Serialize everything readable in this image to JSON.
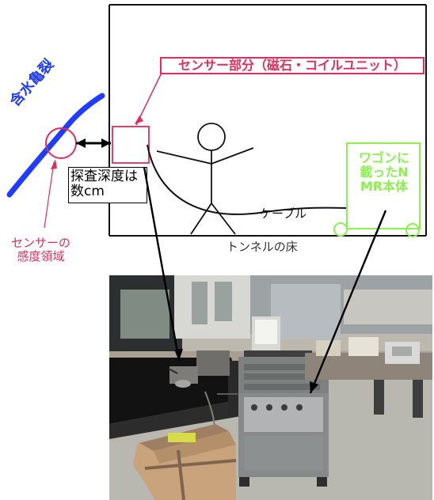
{
  "labels": {
    "sensor_part": "センサー部分（磁石・コイルユニット）",
    "crack": "含水亀裂",
    "depth_line1": "探査深度は",
    "depth_line2": "数cm",
    "sensor_zone_line1": "センサーの",
    "sensor_zone_line2": "感度領域",
    "cable": "ケーブル",
    "tunnel_floor": "トンネルの床",
    "wagon_line1": "ワゴンに",
    "wagon_line2": "載ったN",
    "wagon_line3": "MR本体"
  },
  "colors": {
    "accent_red": "#e22d5a",
    "accent_blue": "#1f3cff",
    "accent_green": "#8bf04f"
  }
}
